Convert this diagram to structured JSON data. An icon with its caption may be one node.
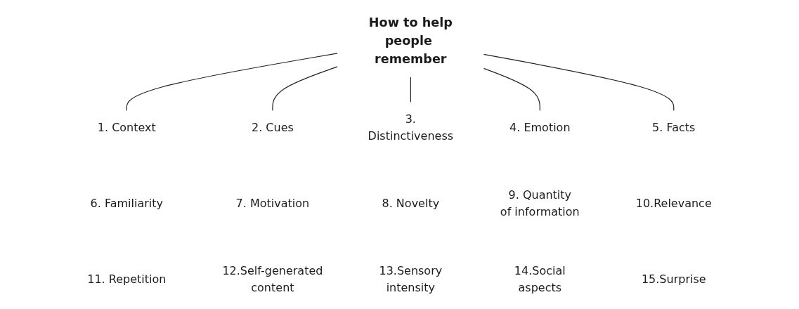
{
  "diagram": {
    "nodes": [
      {
        "text": [
          "How to help people remember"
        ]
      },
      {
        "text": [
          "1. Context"
        ]
      },
      {
        "text": [
          "2. Cues"
        ]
      },
      {
        "text": [
          "3. Distinctiveness"
        ]
      },
      {
        "text": [
          "4. Emotion"
        ]
      },
      {
        "text": [
          "5. Facts"
        ]
      },
      {
        "text": [
          "6. Familiarity"
        ]
      },
      {
        "text": [
          "7. Motivation"
        ]
      },
      {
        "text": [
          "8. Novelty"
        ]
      },
      {
        "text": [
          "9. Quantity of information"
        ]
      },
      {
        "text": [
          "10.Relevance"
        ]
      },
      {
        "text": [
          "11. Repetition"
        ]
      },
      {
        "text": [
          "12.Self-generated content"
        ]
      },
      {
        "text": [
          "13.Sensory intensity"
        ]
      },
      {
        "text": [
          "14.Social aspects"
        ]
      },
      {
        "text": [
          "15.Surprise"
        ]
      }
    ],
    "edges": [
      {
        "from": 0,
        "to": 1,
        "arrow": "none"
      },
      {
        "from": 0,
        "to": 2,
        "arrow": "none"
      },
      {
        "from": 0,
        "to": 3,
        "arrow": "none"
      },
      {
        "from": 0,
        "to": 4,
        "arrow": "none"
      },
      {
        "from": 0,
        "to": 5,
        "arrow": "none"
      }
    ]
  }
}
